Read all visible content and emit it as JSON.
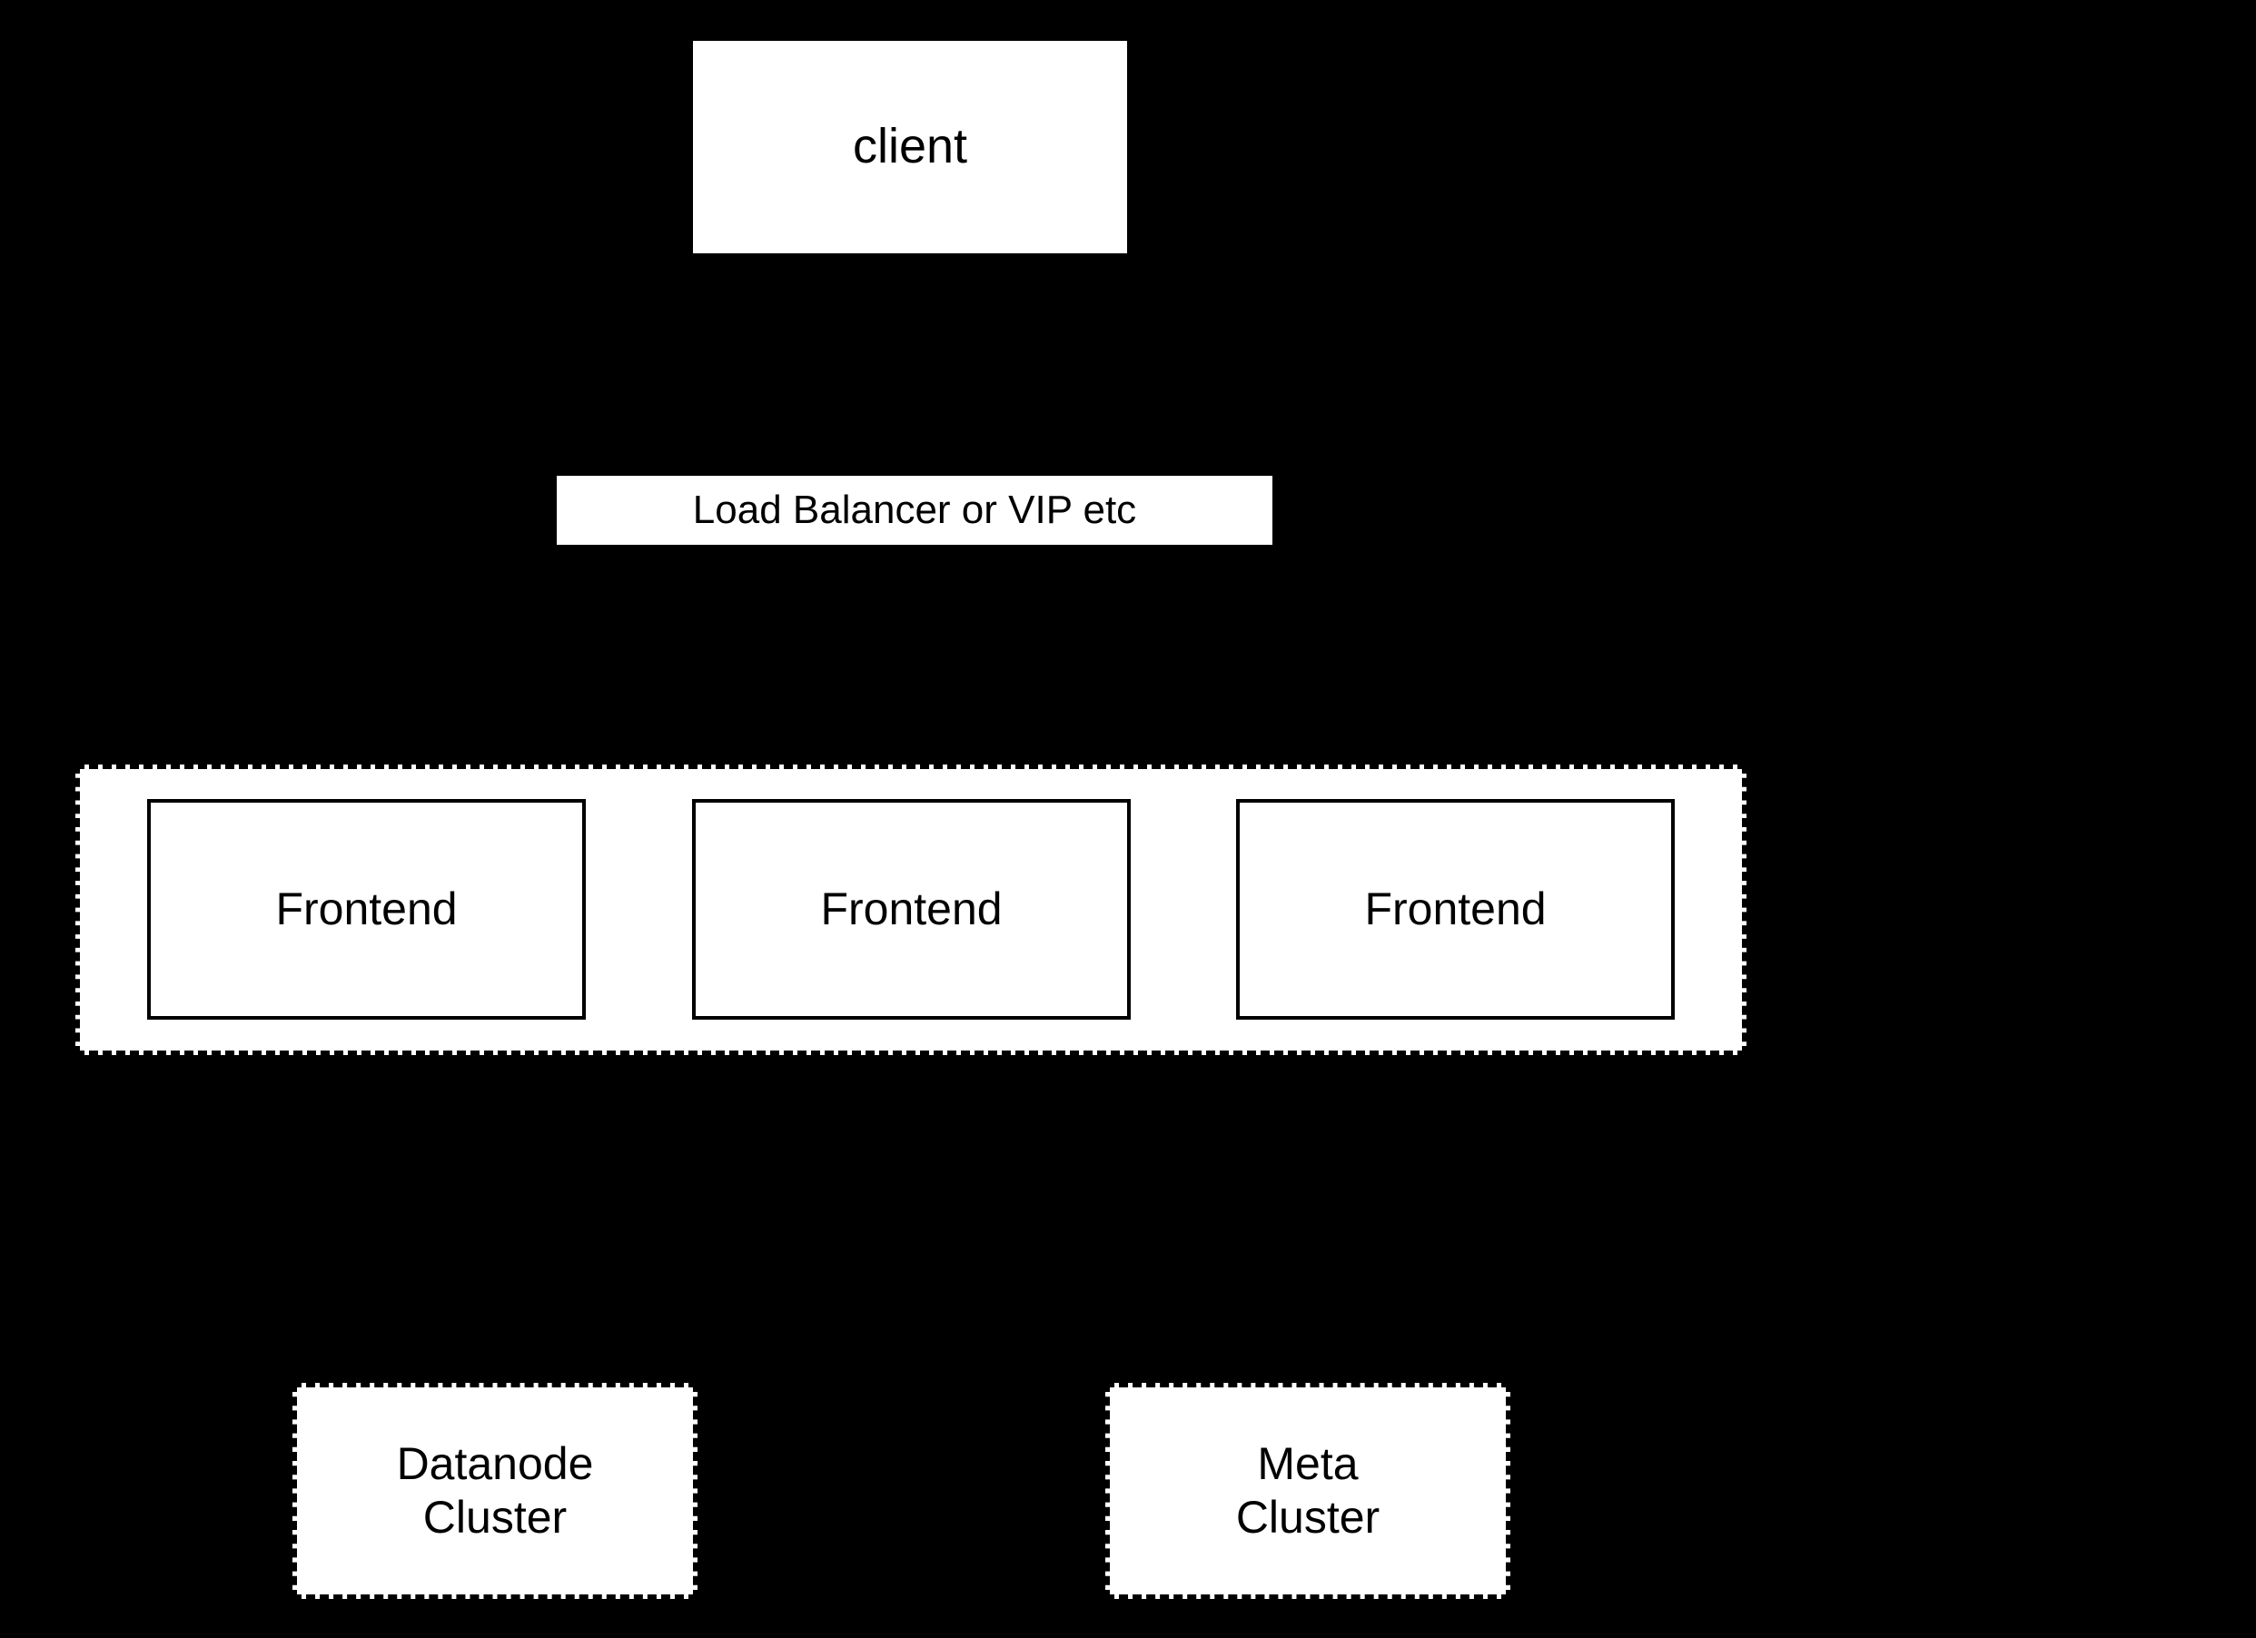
{
  "diagram": {
    "background_color": "#000000",
    "node_fill_color": "#ffffff",
    "node_text_color": "#000000",
    "nodes": {
      "client": {
        "label": "client",
        "style": "plain"
      },
      "load_balancer": {
        "label": "Load Balancer or VIP etc",
        "style": "plain"
      },
      "frontend_cluster": {
        "label": "",
        "style": "dashed"
      },
      "frontends": [
        {
          "label": "Frontend",
          "style": "solid"
        },
        {
          "label": "Frontend",
          "style": "solid"
        },
        {
          "label": "Frontend",
          "style": "solid"
        }
      ],
      "datanode_cluster": {
        "label": "Datanode\nCluster",
        "style": "dashed"
      },
      "meta_cluster": {
        "label": "Meta\nCluster",
        "style": "dashed"
      }
    }
  }
}
